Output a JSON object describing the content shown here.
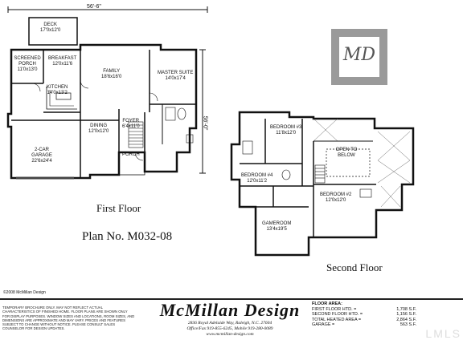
{
  "first_floor": {
    "rooms": [
      {
        "id": "deck",
        "name": "DECK",
        "size": "17'0x12'0"
      },
      {
        "id": "screened-porch",
        "name": "SCREENED PORCH",
        "size": "11'0x13'0"
      },
      {
        "id": "breakfast",
        "name": "BREAKFAST",
        "size": "12'0x11'6"
      },
      {
        "id": "family",
        "name": "FAMILY",
        "size": "18'6x16'0"
      },
      {
        "id": "master-suite",
        "name": "MASTER SUITE",
        "size": "14'0x17'4"
      },
      {
        "id": "kitchen",
        "name": "KITCHEN",
        "size": "14'0x13'2"
      },
      {
        "id": "foyer",
        "name": "FOYER",
        "size": "6'4x11'0"
      },
      {
        "id": "dining",
        "name": "DINING",
        "size": "12'0x12'0"
      },
      {
        "id": "garage",
        "name": "2-CAR GARAGE",
        "size": "22'6x24'4"
      },
      {
        "id": "porch",
        "name": "PORCH",
        "size": ""
      }
    ],
    "width_dim": "56'-6\"",
    "depth_dim": "56'-0\"",
    "label": "First Floor"
  },
  "second_floor": {
    "rooms": [
      {
        "id": "bedroom-3",
        "name": "BEDROOM #3",
        "size": "11'8x12'0"
      },
      {
        "id": "open-below",
        "name": "OPEN TO BELOW",
        "size": ""
      },
      {
        "id": "bedroom-4",
        "name": "BEDROOM #4",
        "size": "12'0x11'2"
      },
      {
        "id": "bedroom-2",
        "name": "BEDROOM #2",
        "size": "12'0x12'0"
      },
      {
        "id": "gameroom",
        "name": "GAMEROOM",
        "size": "13'4x19'5"
      }
    ],
    "label": "Second Floor"
  },
  "plan_number": "Plan No. M032-08",
  "copyright": "©2008 McMillan Design",
  "logo_letters": "MD",
  "footer": {
    "disclaimer": "Temporary brochure only. May not reflect actual characteristics of finished home. Floor plans are shown only for display purposes. Window sizes and locations, room sizes, and dimensions are approximate and may vary. Prices and features subject to change without notice. Please consult sales counselor for design updates.",
    "brand": "McMillan Design",
    "address": "2836 Royal Adelaide Way, Raleigh, N.C. 27604",
    "phone": "Office/Fax 919-855-6245, Mobile 919-280-0089",
    "website": "www.mcmillan-design.com",
    "area": {
      "title": "FLOOR AREA:",
      "rows": [
        {
          "label": "FIRST FLOOR HTD. =",
          "value": "1,708 S.F."
        },
        {
          "label": "SECOND FLOOR HTD. =",
          "value": "1,156 S.F."
        },
        {
          "label": "TOTAL HEATED AREA =",
          "value": "2,864 S.F."
        },
        {
          "label": "GARAGE =",
          "value": "563 S.F."
        }
      ]
    }
  },
  "watermark": "LMLS"
}
